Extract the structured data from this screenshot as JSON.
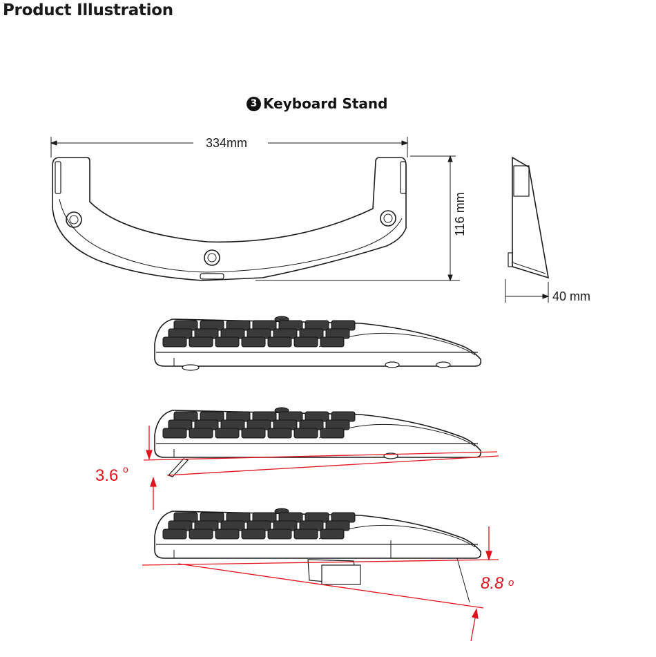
{
  "page_title": "Product Illustration",
  "section": {
    "badge": "3",
    "title": "Keyboard Stand"
  },
  "dimensions": {
    "width": "334mm",
    "height": "116 mm",
    "depth": "40 mm"
  },
  "angles": {
    "low": "3.6",
    "low_unit": "o",
    "high": "8.8",
    "high_unit": "o"
  },
  "colors": {
    "line": "#1a1a1a",
    "angle": "#e0141c",
    "key_fill": "#3a3a3a"
  }
}
